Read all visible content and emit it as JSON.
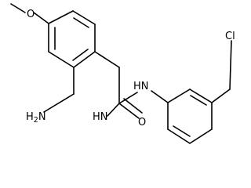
{
  "structure": {
    "atoms": [
      {
        "id": "amino",
        "symbol": "H2N",
        "text": "H",
        "sub": "2",
        "tail": "N"
      },
      {
        "id": "urea-nh-left",
        "symbol": "HN",
        "text": "HN"
      },
      {
        "id": "urea-nh-right",
        "symbol": "HN",
        "text": "HN"
      },
      {
        "id": "carbonyl-o",
        "symbol": "O",
        "text": "O"
      },
      {
        "id": "chloro",
        "symbol": "Cl",
        "text": "Cl"
      }
    ]
  },
  "colors": {
    "bond": "#000000",
    "label": "#000000",
    "background": "#ffffff"
  }
}
